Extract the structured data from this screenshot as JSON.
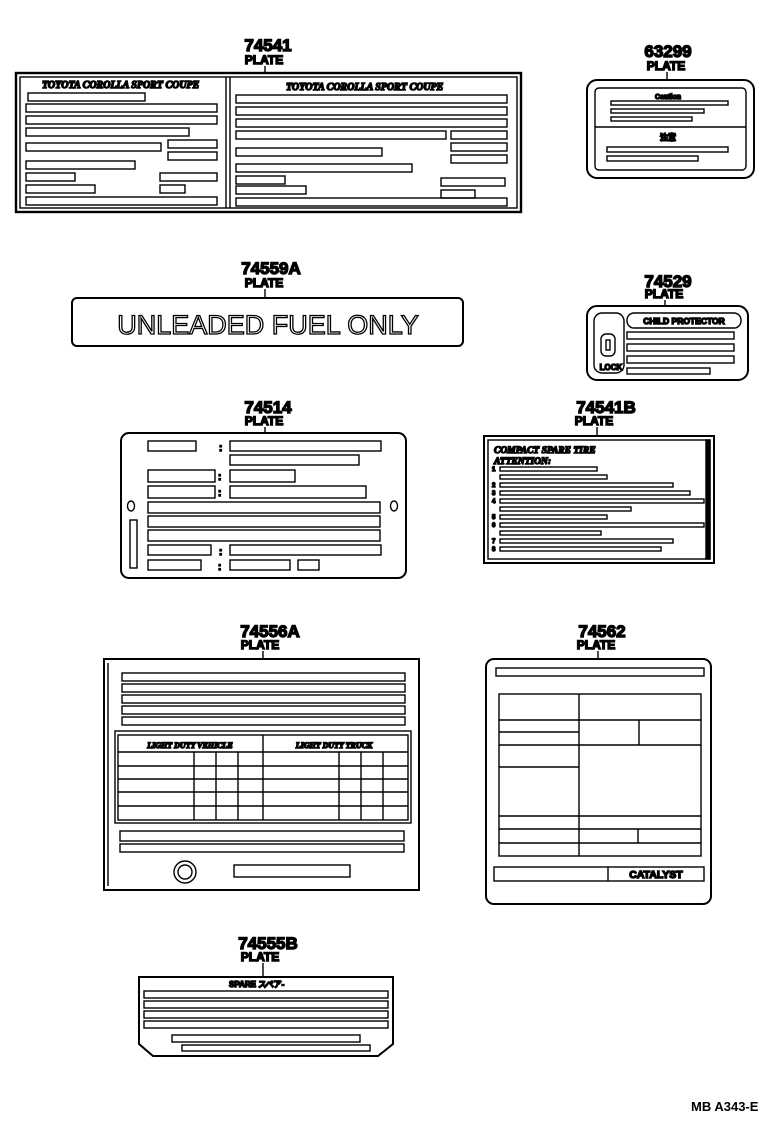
{
  "parts": [
    {
      "number": "74541",
      "label": "PLATE",
      "texts": {
        "left_title": "TOYOTA  COROLLA SPORT  COUPE",
        "right_title": "TOYOTA  COROLLA SPORT  COUPE"
      }
    },
    {
      "number": "63299",
      "label": "PLATE",
      "texts": {
        "top_caption": "Caution",
        "bottom_caption": "注意"
      }
    },
    {
      "number": "74559A",
      "label": "PLATE",
      "texts": {
        "main": "UNLEADED  FUEL ONLY"
      }
    },
    {
      "number": "74529",
      "label": "PLATE",
      "texts": {
        "header": "CHILD  PROTECTOR",
        "lock": "LOCK"
      }
    },
    {
      "number": "74514",
      "label": "PLATE",
      "texts": {}
    },
    {
      "number": "74541B",
      "label": "PLATE",
      "texts": {
        "line1": "COMPACT SPARE  TIRE",
        "line2": "ATTENTION:",
        "numbers": [
          "1",
          "2",
          "3",
          "4",
          "5",
          "6",
          "7",
          "8"
        ]
      }
    },
    {
      "number": "74556A",
      "label": "PLATE",
      "texts": {
        "left_header": "LIGHT DUTY VEHICLE",
        "right_header": "LIGHT DUTY TRUCK"
      }
    },
    {
      "number": "74562",
      "label": "PLATE",
      "texts": {
        "catalyst": "CATALYST"
      }
    },
    {
      "number": "74555B",
      "label": "PLATE",
      "texts": {
        "header": "SPARE スペア-"
      }
    }
  ],
  "reference_code": "MB A343-E"
}
